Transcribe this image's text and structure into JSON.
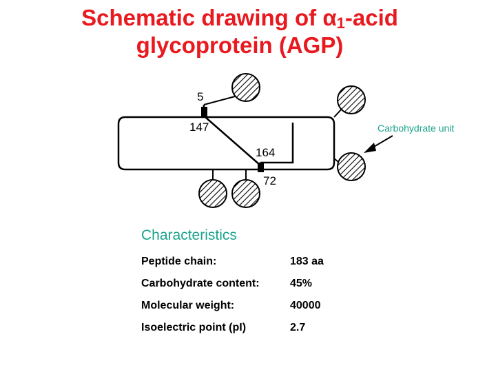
{
  "title": {
    "line1_prefix": "Schematic drawing of ",
    "alpha": "α",
    "subscript": "1",
    "line1_suffix": "-acid",
    "line2": "glycoprotein (AGP)"
  },
  "diagram": {
    "labels": {
      "residue_5": "5",
      "residue_147": "147",
      "residue_164": "164",
      "residue_72": "72"
    },
    "callout": "Carbohydrate unit",
    "colors": {
      "line": "#000000",
      "callout_text": "#1aa38a"
    }
  },
  "characteristics": {
    "heading": "Characteristics",
    "rows": [
      {
        "label": "Peptide chain:",
        "value": "183 aa"
      },
      {
        "label": "Carbohydrate content:",
        "value": "45%"
      },
      {
        "label": "Molecular weight:",
        "value": "40000"
      },
      {
        "label": "Isoelectric point (pI)",
        "value": "2.7"
      }
    ]
  }
}
